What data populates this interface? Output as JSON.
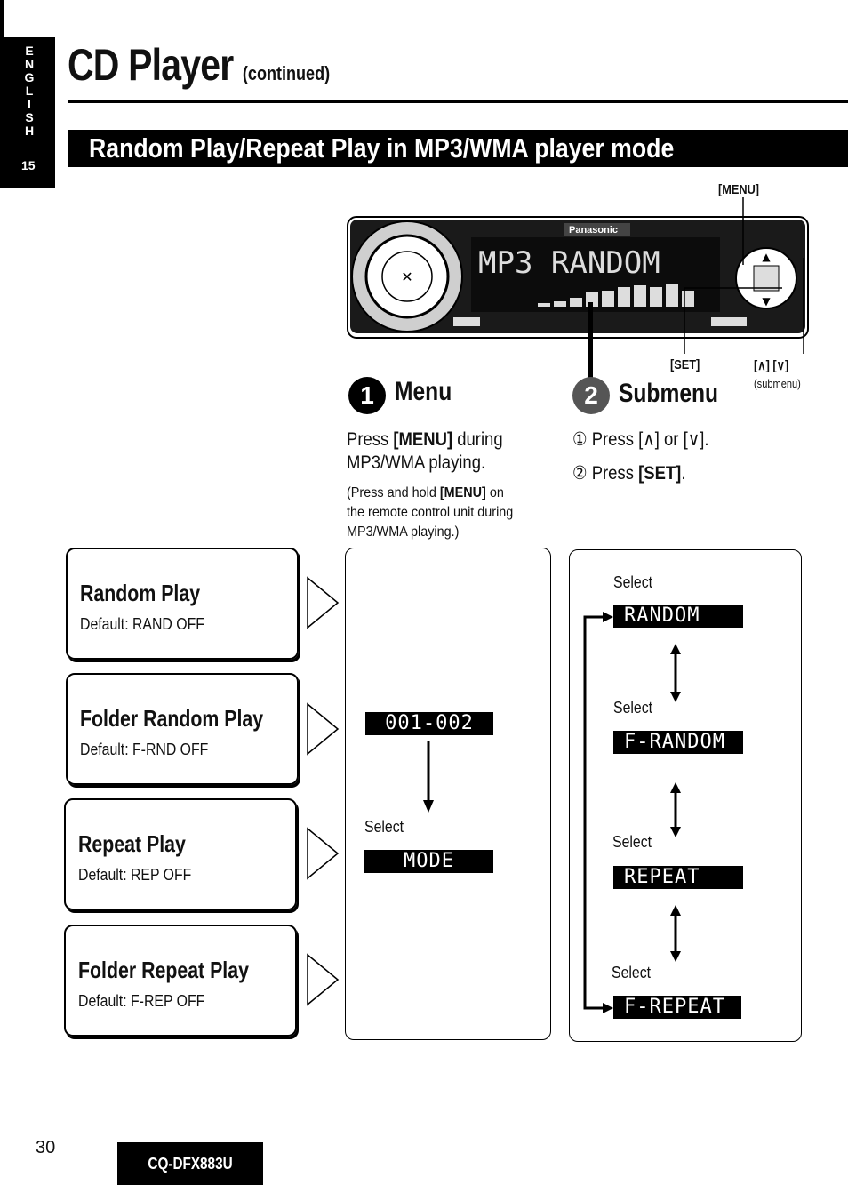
{
  "side_tab": {
    "language": "ENGLISH",
    "letters": [
      "E",
      "N",
      "G",
      "L",
      "I",
      "S",
      "H"
    ],
    "section_number": "15"
  },
  "header": {
    "title": "CD Player",
    "continued": "(continued)",
    "banner": "Random Play/Repeat Play in MP3/WMA player mode"
  },
  "unit": {
    "display_text": "MP3  RANDOM",
    "brand": "Panasonic",
    "menu_label": "[MENU]",
    "set_label": "[SET]",
    "updown_label": "[∧] [∨]",
    "submenu_note": "(submenu)"
  },
  "step1": {
    "number": "1",
    "heading": "Menu",
    "line1a": "Press ",
    "line1b": "[MENU]",
    "line1c": " during",
    "line2": "MP3/WMA playing.",
    "note1": "(Press and hold ",
    "note1b": "[MENU]",
    "note1c": " on",
    "note2": "the remote control unit during",
    "note3": "MP3/WMA playing.)"
  },
  "step2": {
    "number": "2",
    "heading": "Submenu",
    "item1": "① Press [∧] or [∨].",
    "item2a": "② Press ",
    "item2b": "[SET]",
    "item2c": "."
  },
  "modes": [
    {
      "title": "Random Play",
      "default": "Default: RAND OFF"
    },
    {
      "title": "Folder Random Play",
      "default": "Default: F-RND OFF"
    },
    {
      "title": "Repeat Play",
      "default": "Default: REP OFF"
    },
    {
      "title": "Folder Repeat Play",
      "default": "Default: F-REP OFF"
    }
  ],
  "menu_panel": {
    "display1": "001-002",
    "select_label": "Select",
    "display2": "MODE"
  },
  "submenu_panel": {
    "select_label": "Select",
    "items": [
      "RANDOM",
      "F-RANDOM",
      "REPEAT",
      "F-REPEAT"
    ]
  },
  "footer": {
    "page_number": "30",
    "model": "CQ-DFX883U"
  }
}
